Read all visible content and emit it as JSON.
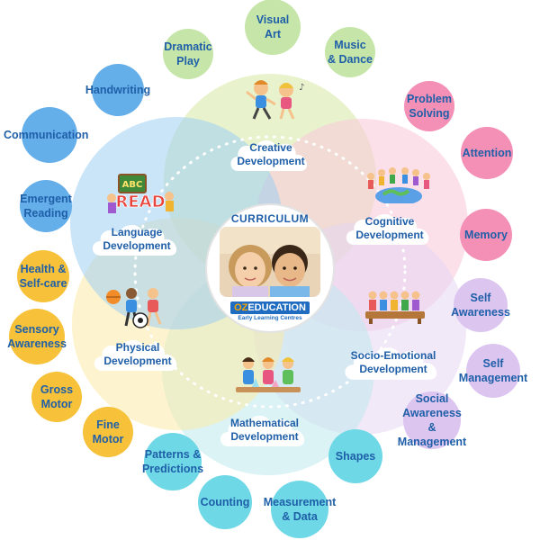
{
  "center": {
    "title": "CURRICULUM",
    "brand_prefix": "OZ",
    "brand_suffix": "EDUCATION",
    "brand_subtitle": "Early Learning Centres"
  },
  "domains": [
    {
      "id": "creative",
      "label": "Creative\nDevelopment",
      "color": "#d6e9a6"
    },
    {
      "id": "cognitive",
      "label": "Cognitive\nDevelopment",
      "color": "#f7c6d8"
    },
    {
      "id": "socio",
      "label": "Socio-Emotional\nDevelopment",
      "color": "#e6d6f2"
    },
    {
      "id": "mathematical",
      "label": "Mathematical\nDevelopment",
      "color": "#bfe9ef"
    },
    {
      "id": "physical",
      "label": "Physical\nDevelopment",
      "color": "#fbe9a6"
    },
    {
      "id": "language",
      "label": "Language\nDevelopment",
      "color": "#9fcdf3"
    }
  ],
  "outer_items": [
    {
      "label": "Visual\nArt",
      "domain": "creative"
    },
    {
      "label": "Music\n& Dance",
      "domain": "creative"
    },
    {
      "label": "Dramatic\nPlay",
      "domain": "creative"
    },
    {
      "label": "Problem\nSolving",
      "domain": "cognitive"
    },
    {
      "label": "Attention",
      "domain": "cognitive"
    },
    {
      "label": "Memory",
      "domain": "cognitive"
    },
    {
      "label": "Self\nAwareness",
      "domain": "socio"
    },
    {
      "label": "Self\nManagement",
      "domain": "socio"
    },
    {
      "label": "Social\nAwareness &\nManagement",
      "domain": "socio"
    },
    {
      "label": "Shapes",
      "domain": "mathematical"
    },
    {
      "label": "Measurement\n& Data",
      "domain": "mathematical"
    },
    {
      "label": "Counting",
      "domain": "mathematical"
    },
    {
      "label": "Patterns &\nPredictions",
      "domain": "mathematical"
    },
    {
      "label": "Fine\nMotor",
      "domain": "physical"
    },
    {
      "label": "Gross\nMotor",
      "domain": "physical"
    },
    {
      "label": "Sensory\nAwareness",
      "domain": "physical"
    },
    {
      "label": "Health &\nSelf-care",
      "domain": "physical"
    },
    {
      "label": "Emergent\nReading",
      "domain": "language"
    },
    {
      "label": "Communication",
      "domain": "language"
    },
    {
      "label": "Handwriting",
      "domain": "language"
    }
  ],
  "illustration_text": {
    "read_sign": "READ",
    "abc_board": "ABC"
  },
  "colors": {
    "text": "#1f5fa8",
    "creative_dot": "#c5e6a8",
    "cognitive_dot": "#f48fb6",
    "socio_dot": "#dcc6f0",
    "mathematical_dot": "#6fd8e6",
    "physical_dot": "#f7c23a",
    "language_dot": "#64aeea"
  },
  "icons": [
    "dancing-children-icon",
    "children-around-globe-icon",
    "children-on-bench-icon",
    "children-science-icon",
    "children-ball-play-icon",
    "children-reading-icon"
  ]
}
